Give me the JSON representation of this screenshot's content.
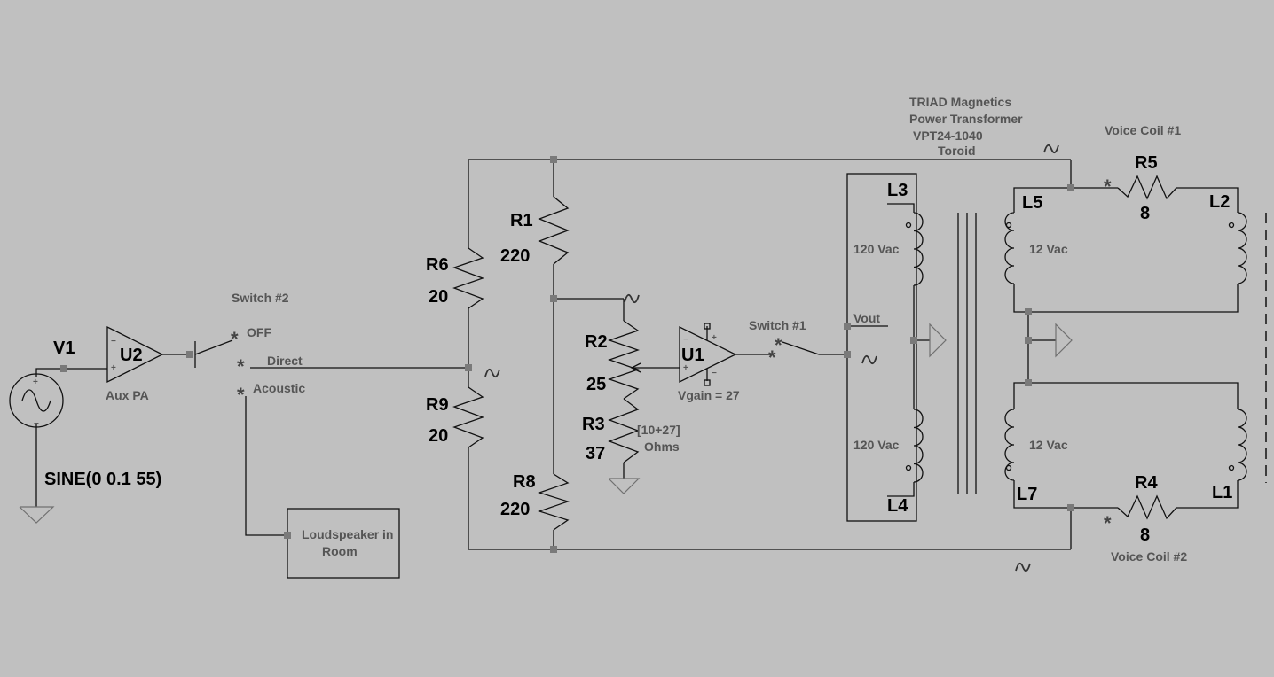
{
  "source": {
    "name": "V1",
    "value": "SINE(0 0.1 55)"
  },
  "aux_amp": {
    "name": "U2",
    "caption": "Aux PA"
  },
  "switch2": {
    "title": "Switch #2",
    "off": "OFF",
    "direct": "Direct",
    "acoustic": "Acoustic"
  },
  "loudspeaker": {
    "line1": "Loudspeaker in",
    "line2": "Room"
  },
  "resistors": {
    "r6": {
      "name": "R6",
      "value": "20"
    },
    "r9": {
      "name": "R9",
      "value": "20"
    },
    "r1": {
      "name": "R1",
      "value": "220"
    },
    "r8": {
      "name": "R8",
      "value": "220"
    },
    "r2": {
      "name": "R2",
      "value": "25"
    },
    "r3": {
      "name": "R3",
      "value": "37"
    },
    "r5": {
      "name": "R5",
      "value": "8"
    },
    "r4": {
      "name": "R4",
      "value": "8"
    }
  },
  "r3_note": {
    "line1": "[10+27]",
    "line2": "Ohms"
  },
  "gain_amp": {
    "name": "U1",
    "caption": "Vgain = 27"
  },
  "switch1": {
    "title": "Switch #1"
  },
  "transformer": {
    "line1": "TRIAD Magnetics",
    "line2": "Power Transformer",
    "line3": "VPT24-1040",
    "line4": "Toroid",
    "vout": "Vout",
    "primary_voltage": "120 Vac",
    "secondary_voltage": "12 Vac"
  },
  "inductors": {
    "l1": "L1",
    "l2": "L2",
    "l3": "L3",
    "l4": "L4",
    "l5": "L5",
    "l7": "L7"
  },
  "voice_coils": {
    "vc1": "Voice Coil #1",
    "vc2": "Voice Coil #2"
  },
  "symbols": {
    "star": "*",
    "plus": "+",
    "minus": "−"
  }
}
